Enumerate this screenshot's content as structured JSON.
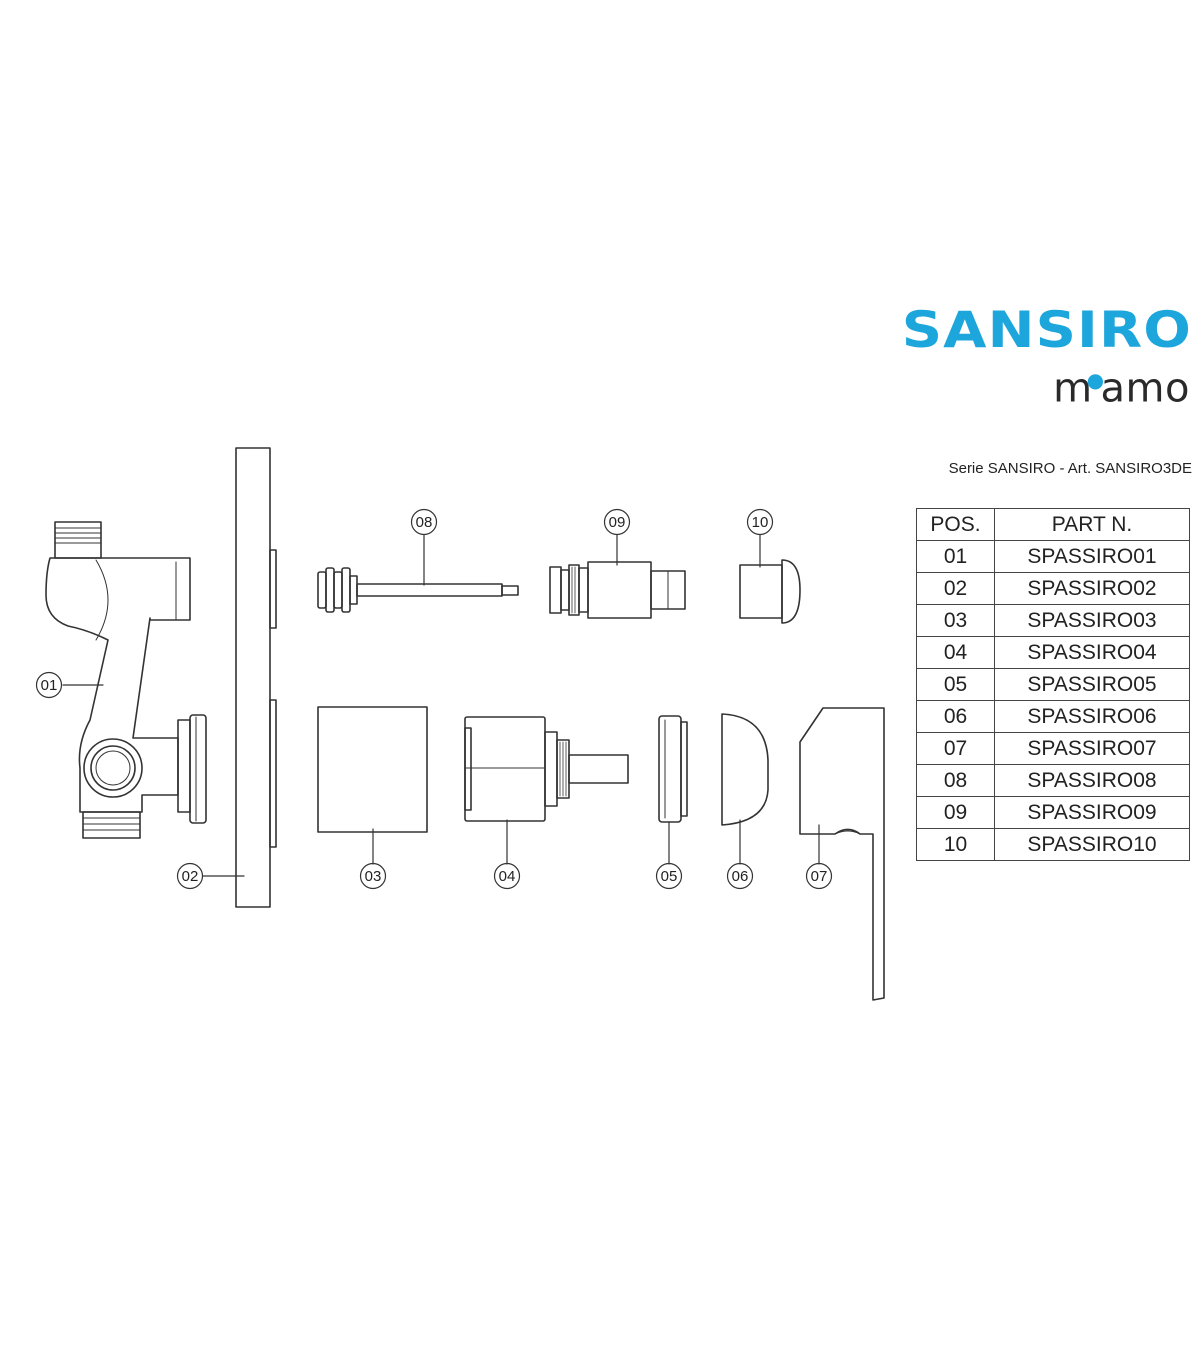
{
  "brand": {
    "name": "SANSIRO",
    "sub_name_a": "m",
    "sub_name_dot": "●",
    "sub_name_b": "amo"
  },
  "series_label": "Serie SANSIRO - Art. SANSIRO3DE",
  "table": {
    "headers": [
      "POS.",
      "PART N."
    ],
    "rows": [
      [
        "01",
        "SPASSIRO01"
      ],
      [
        "02",
        "SPASSIRO02"
      ],
      [
        "03",
        "SPASSIRO03"
      ],
      [
        "04",
        "SPASSIRO04"
      ],
      [
        "05",
        "SPASSIRO05"
      ],
      [
        "06",
        "SPASSIRO06"
      ],
      [
        "07",
        "SPASSIRO07"
      ],
      [
        "08",
        "SPASSIRO08"
      ],
      [
        "09",
        "SPASSIRO09"
      ],
      [
        "10",
        "SPASSIRO10"
      ]
    ]
  },
  "callouts": [
    "01",
    "02",
    "03",
    "04",
    "05",
    "06",
    "07",
    "08",
    "09",
    "10"
  ],
  "colors": {
    "brand_blue": "#1da6dc",
    "line": "#333333"
  }
}
